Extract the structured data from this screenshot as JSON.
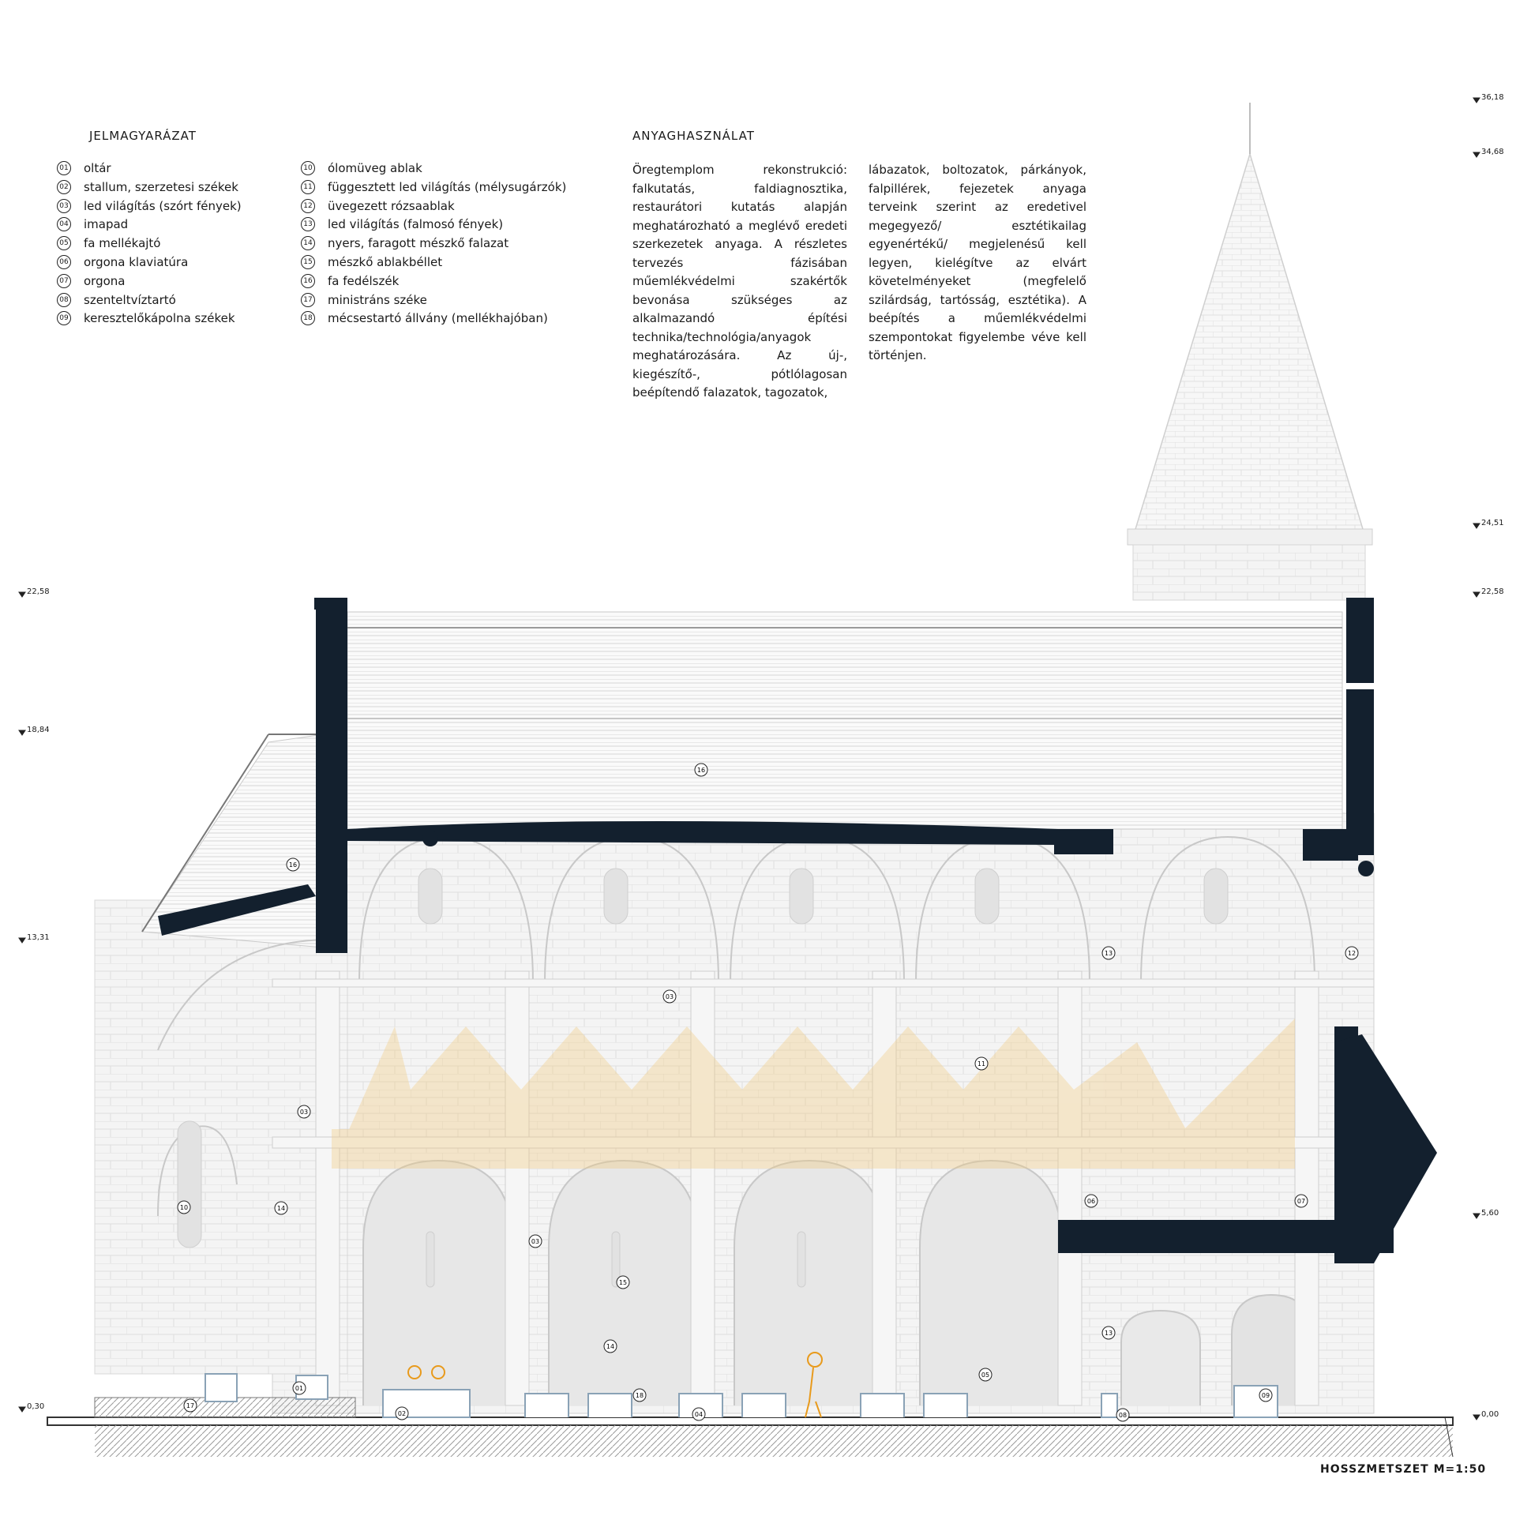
{
  "legend": {
    "title": "JELMAGYARÁZAT",
    "items": [
      {
        "num": "01",
        "label": "oltár"
      },
      {
        "num": "02",
        "label": "stallum, szerzetesi székek"
      },
      {
        "num": "03",
        "label": "led világítás (szórt fények)"
      },
      {
        "num": "04",
        "label": "imapad"
      },
      {
        "num": "05",
        "label": "fa mellékajtó"
      },
      {
        "num": "06",
        "label": "orgona klaviatúra"
      },
      {
        "num": "07",
        "label": "orgona"
      },
      {
        "num": "08",
        "label": "szenteltvíztartó"
      },
      {
        "num": "09",
        "label": "keresztelőkápolna székek"
      },
      {
        "num": "10",
        "label": "ólomüveg ablak"
      },
      {
        "num": "11",
        "label": "függesztett led világítás (mélysugárzók)"
      },
      {
        "num": "12",
        "label": "üvegezett rózsaablak"
      },
      {
        "num": "13",
        "label": "led világítás (falmosó fények)"
      },
      {
        "num": "14",
        "label": "nyers, faragott mészkő falazat"
      },
      {
        "num": "15",
        "label": "mészkő ablakbéllet"
      },
      {
        "num": "16",
        "label": "fa fedélszék"
      },
      {
        "num": "17",
        "label": "ministráns széke"
      },
      {
        "num": "18",
        "label": "mécsestartó állvány (mellékhajóban)"
      }
    ]
  },
  "materials": {
    "title": "ANYAGHASZNÁLAT",
    "col1": "Öregtemplom rekonstrukció: falkutatás, faldiagnosztika, restaurátori kutatás alapján meghatározható a meglévő eredeti szerkezetek anyaga. A részletes tervezés fázisában műemlékvédelmi szakértők bevonása szükséges az alkalmazandó építési technika/technológia/anyagok meghatározására. Az új-, kiegészítő-, pótlólagosan beépítendő falazatok, tagozatok,",
    "col2": "lábazatok, boltozatok, párkányok, falpillérek, fejezetek anyaga terveink szerint az eredetivel megegyező/ esztétikailag egyenértékű/ megjelenésű kell legyen, kielégítve az elvárt követelményeket (megfelelő szilárdság, tartósság, esztétika). A beépítés a műemlékvédelmi szempontokat figyelembe véve kell történjen."
  },
  "levels_left": [
    "22,58",
    "18,84",
    "13,31",
    "0,30"
  ],
  "levels_right": [
    "36,18",
    "34,68",
    "24,51",
    "22,58",
    "5,60",
    "0,00"
  ],
  "tags": [
    "16",
    "16",
    "03",
    "03",
    "03",
    "10",
    "14",
    "11",
    "12",
    "13",
    "13",
    "15",
    "14",
    "05",
    "06",
    "07",
    "01",
    "02",
    "17",
    "18",
    "04",
    "08",
    "09"
  ],
  "footer": "HOSSZMETSZET M=1:50",
  "colors": {
    "cut": "#13202e",
    "light": "#f2c97a",
    "line": "#c9c9c9",
    "fill": "#f4f4f4",
    "figure": "#e89a1c"
  }
}
